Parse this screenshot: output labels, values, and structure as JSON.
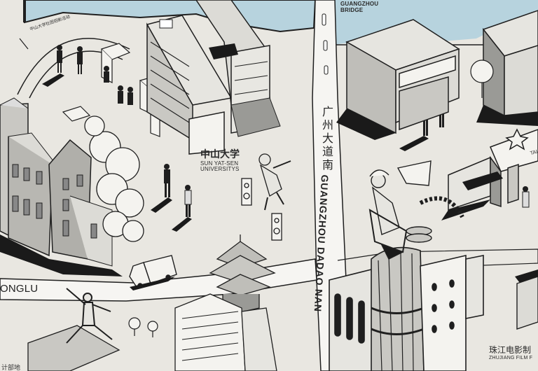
{
  "map": {
    "title": "Illustrated map of Guangzhou Haizhu area",
    "colors": {
      "ground": "#e9e7e1",
      "water": "#b7d3de",
      "road": "#f6f5f2",
      "line": "#1f1f1f",
      "shade": "#9a9a96",
      "light_shade": "#c9c8c3",
      "shadow": "#1a1a1a"
    },
    "labels": {
      "bridge": {
        "line1": "GUANGZHOU",
        "line2": "BRIDGE"
      },
      "university_arch": "中山大学社团招新活动",
      "university": {
        "cn": "中山大学",
        "en_line1": "SUN YAT-SEN",
        "en_line2": "UNIVERSITYS"
      },
      "main_road": {
        "cn": [
          "广",
          "州",
          "大",
          "道",
          "南"
        ],
        "en": "GUANGZHOU DADAO NAN"
      },
      "cross_road": "ONGLU",
      "film_studio": {
        "cn": "珠江电影制",
        "en": "ZHUJIANG FILM F"
      },
      "bottom_left_partial": "计部地",
      "sign_partial": "TAI"
    },
    "landmarks": [
      {
        "name": "Sun Yat-sen University",
        "icon": "university-building"
      },
      {
        "name": "Guangzhou Bridge",
        "icon": "bridge"
      },
      {
        "name": "Zhujiang Film Studio",
        "icon": "film-studio-tower"
      },
      {
        "name": "Pagoda",
        "icon": "pagoda"
      },
      {
        "name": "Delivery truck",
        "icon": "truck"
      }
    ]
  }
}
